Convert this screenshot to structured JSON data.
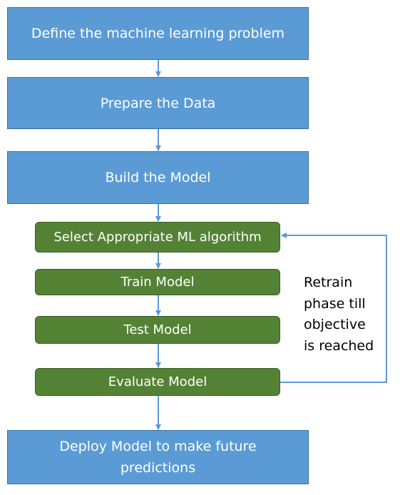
{
  "stages": [
    {
      "id": "define",
      "label": "Define the machine learning problem"
    },
    {
      "id": "prepare",
      "label": "Prepare the Data"
    },
    {
      "id": "build",
      "label": "Build the Model"
    },
    {
      "id": "deploy",
      "label": "Deploy Model to make future predictions"
    }
  ],
  "substeps": [
    {
      "id": "select",
      "label": "Select Appropriate ML algorithm"
    },
    {
      "id": "train",
      "label": "Train Model"
    },
    {
      "id": "test",
      "label": "Test Model"
    },
    {
      "id": "evaluate",
      "label": "Evaluate Model"
    }
  ],
  "loop_note": {
    "lines": [
      "Retrain",
      "phase till",
      "objective",
      "is reached"
    ]
  },
  "colors": {
    "stage_fill": "#5b9bd5",
    "substep_fill": "#548235",
    "arrow": "#5b9bd5"
  }
}
